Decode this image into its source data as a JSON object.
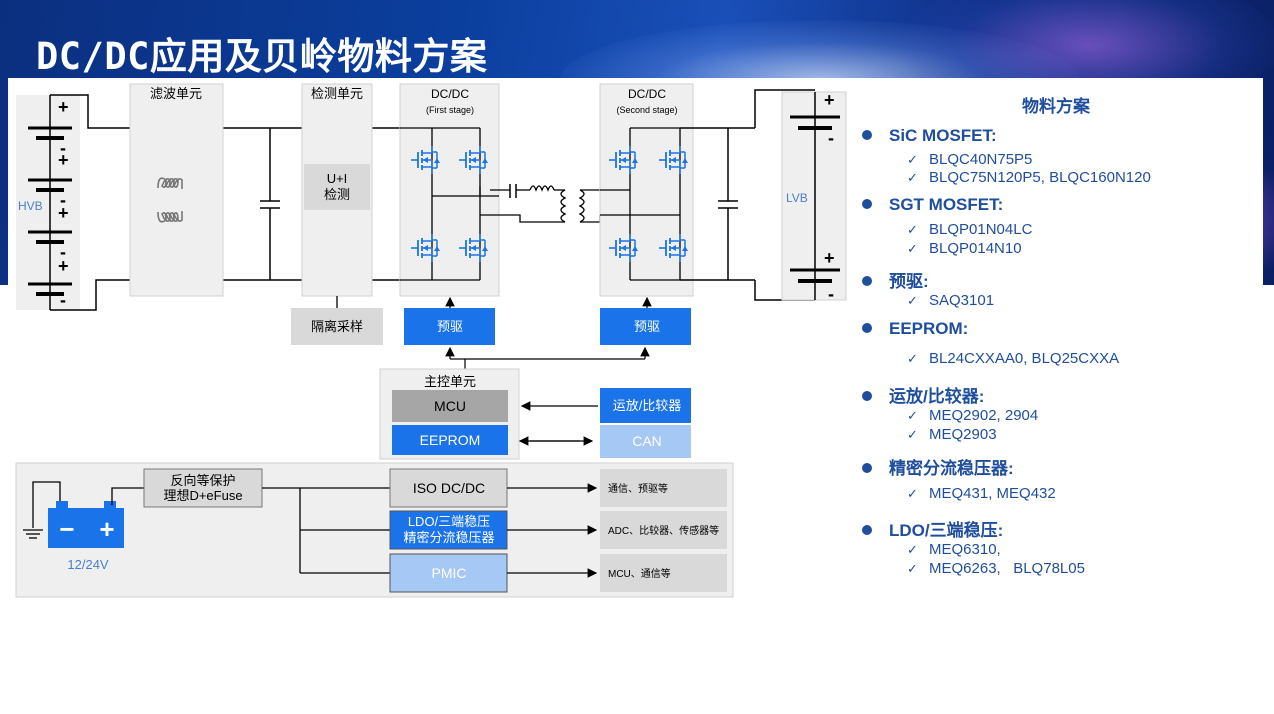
{
  "title": "DC/DC应用及贝岭物料方案",
  "colors": {
    "blue_box": "#1a73e8",
    "light_blue_box": "#a6c8f5",
    "panel_gray": "#efefef",
    "box_gray": "#d9d9d9",
    "text_blue": "#1f4e9c"
  },
  "hvb": {
    "label": "HVB",
    "plus": "+",
    "minus": "-"
  },
  "lvb": {
    "label": "LVB",
    "plus": "+",
    "minus": "-"
  },
  "filter_unit": {
    "label": "滤波单元"
  },
  "detect_unit": {
    "label": "检测单元",
    "inner_line1": "U+I",
    "inner_line2": "检测"
  },
  "dcdc1": {
    "label": "DC/DC",
    "sub": "(First stage)"
  },
  "dcdc2": {
    "label": "DC/DC",
    "sub": "(Second stage)"
  },
  "isolation_sampling": "隔离采样",
  "predrive1": "预驱",
  "predrive2": "预驱",
  "main_control": {
    "label": "主控单元",
    "mcu": "MCU",
    "eeprom": "EEPROM"
  },
  "opamp": "运放/比较器",
  "can": "CAN",
  "lv_section": {
    "protection_line1": "反向等保护",
    "protection_line2": "理想D+eFuse",
    "battery_label": "12/24V",
    "battery_minus": "−",
    "battery_plus": "+",
    "iso_dcdc": "ISO DC/DC",
    "ldo_line1": "LDO/三端稳压",
    "ldo_line2": "精密分流稳压器",
    "pmic": "PMIC",
    "out1": "通信、预驱等",
    "out2": "ADC、比较器、传感器等",
    "out3": "MCU、通信等"
  },
  "sidebar": {
    "title": "物料方案",
    "groups": [
      {
        "name": "SiC MOSFET:",
        "items": [
          "BLQC40N75P5",
          "BLQC75N120P5, BLQC160N120"
        ]
      },
      {
        "name": "SGT MOSFET:",
        "items": [
          "BLQP01N04LC",
          "BLQP014N10"
        ]
      },
      {
        "name": "预驱:",
        "items": [
          "SAQ3101"
        ]
      },
      {
        "name": "EEPROM:",
        "items": [
          "BL24CXXAA0, BLQ25CXXA"
        ]
      },
      {
        "name": "运放/比较器:",
        "items": [
          "MEQ2902, 2904",
          "MEQ2903"
        ]
      },
      {
        "name": "精密分流稳压器:",
        "items": [
          "MEQ431, MEQ432"
        ]
      },
      {
        "name": "LDO/三端稳压:",
        "items": [
          "MEQ6310,",
          "MEQ6263,   BLQ78L05"
        ]
      }
    ],
    "check": "✓"
  }
}
